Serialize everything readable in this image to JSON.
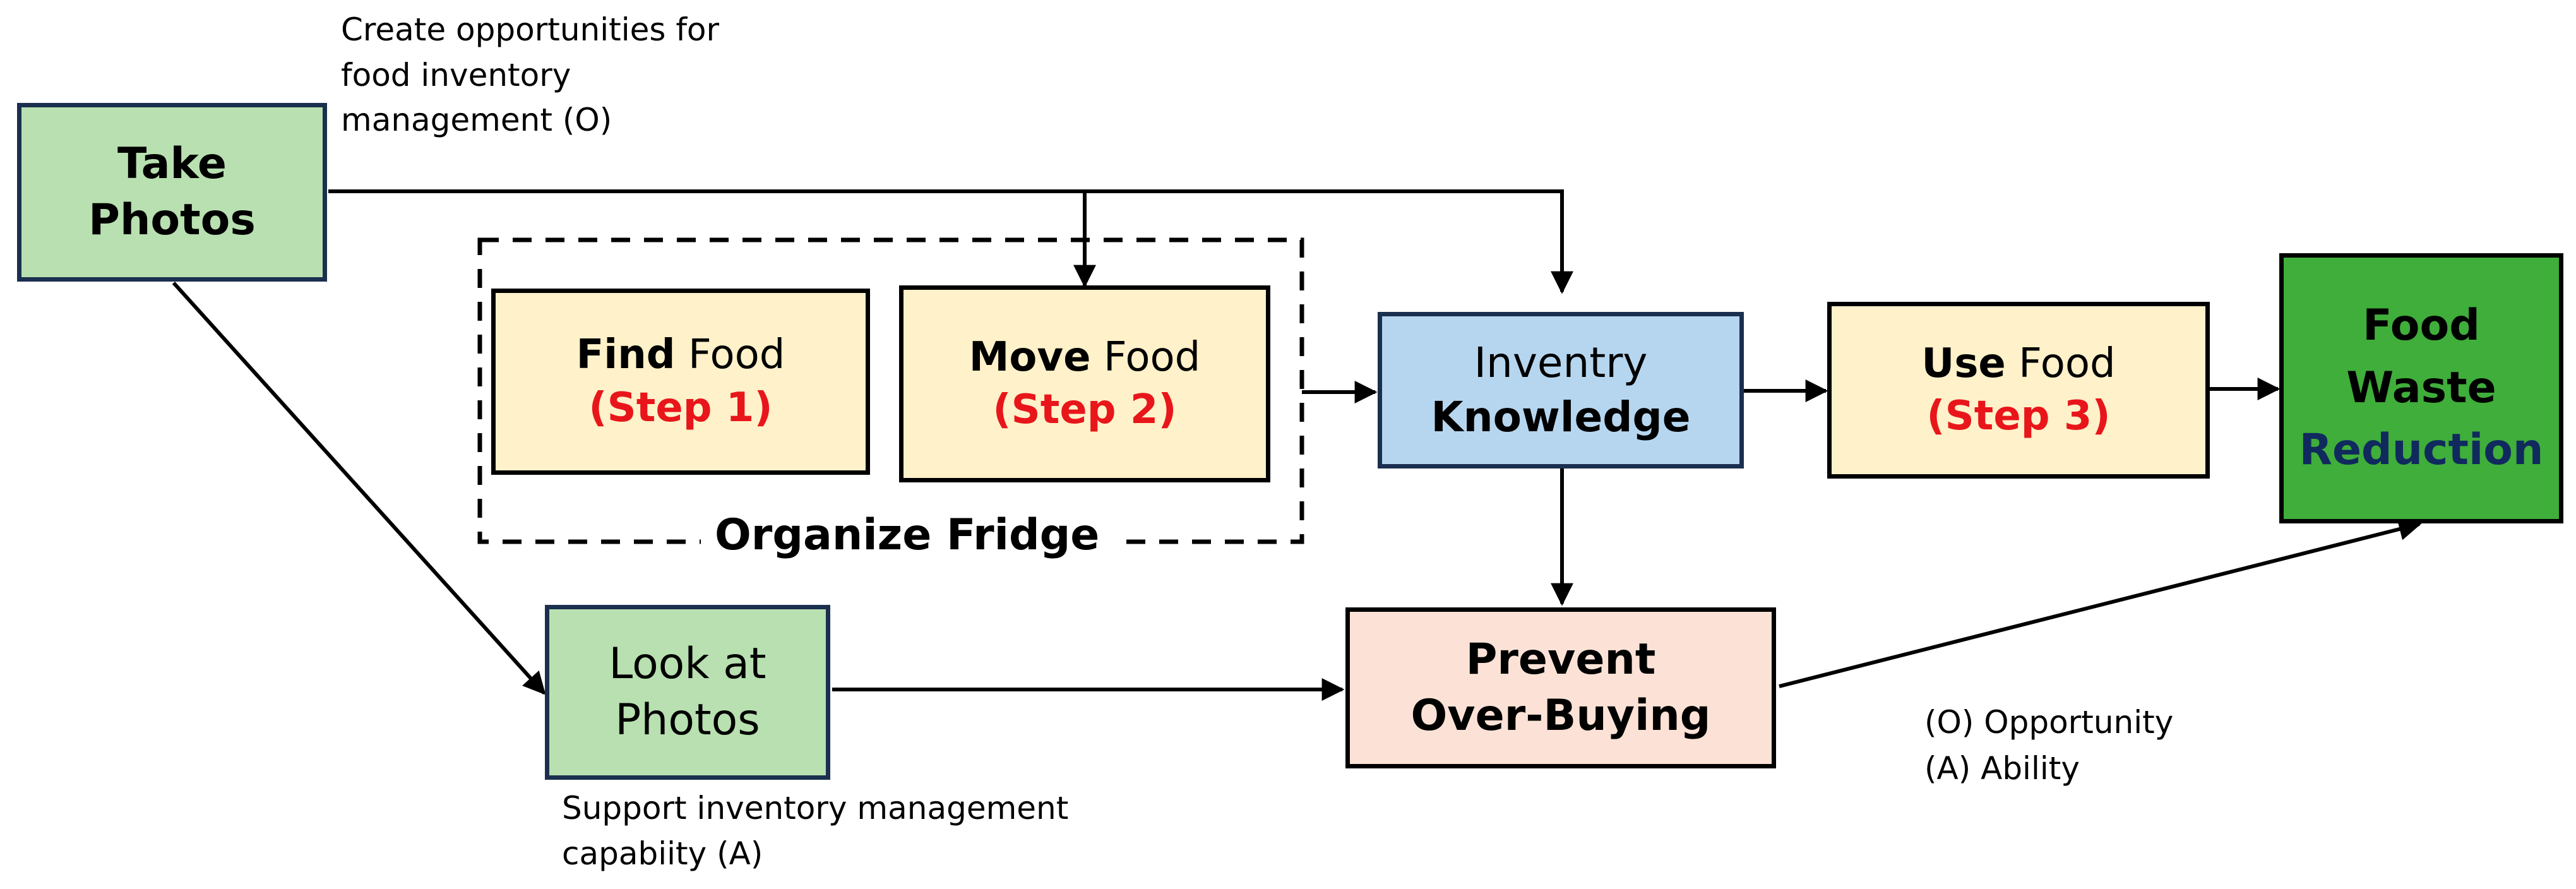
{
  "colors": {
    "green_light": "#b8e0b0",
    "yellow": "#fff1c9",
    "blue": "#b6d6ef",
    "peach": "#fce2d6",
    "green_dark": "#3fae3a",
    "border_navy": "#1b2f4f",
    "step_red": "#e8161b",
    "reduction_navy": "#102a5e"
  },
  "nodes": {
    "take_photos": {
      "line1": "Take",
      "line2": "Photos"
    },
    "find_food": {
      "bold": "Find",
      "rest": " Food",
      "step": "(Step 1)"
    },
    "move_food": {
      "bold": "Move",
      "rest": " Food",
      "step": "(Step 2)"
    },
    "inventory": {
      "line1": "Inventry",
      "line2": "Knowledge"
    },
    "use_food": {
      "bold": "Use",
      "rest": " Food",
      "step": "(Step 3)"
    },
    "food_waste": {
      "line1": "Food",
      "line2": "Waste",
      "line3": "Reduction"
    },
    "look_photos": {
      "line1": "Look at",
      "line2": "Photos"
    },
    "prevent": {
      "line1": "Prevent",
      "line2": "Over-Buying"
    }
  },
  "group": {
    "label": "Organize Fridge"
  },
  "notes": {
    "opportunity": [
      "Create opportunities  for",
      "food inventory",
      "management (O)"
    ],
    "ability": [
      "Support  inventory management",
      "capabiity (A)"
    ],
    "legend": [
      "(O) Opportunity",
      "(A) Ability"
    ]
  },
  "icons": [
    "arrow-head-icon"
  ]
}
